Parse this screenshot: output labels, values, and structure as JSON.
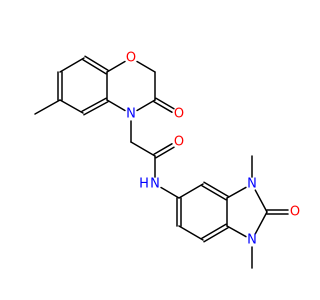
{
  "molecule": {
    "colors": {
      "bond": "#000000",
      "O": "#ff0000",
      "N": "#0000ff",
      "background": "#ffffff"
    },
    "atoms": [
      {
        "id": "O1",
        "element": "O",
        "label": "O"
      },
      {
        "id": "O2",
        "element": "O",
        "label": "O"
      },
      {
        "id": "N1",
        "element": "N",
        "label": "N"
      },
      {
        "id": "O3",
        "element": "O",
        "label": "O"
      },
      {
        "id": "N2",
        "element": "N",
        "label": "N"
      },
      {
        "id": "H1",
        "element": "H",
        "label": "H"
      },
      {
        "id": "N3",
        "element": "N",
        "label": "N"
      },
      {
        "id": "N4",
        "element": "N",
        "label": "N"
      },
      {
        "id": "O4",
        "element": "O",
        "label": "O"
      }
    ]
  }
}
